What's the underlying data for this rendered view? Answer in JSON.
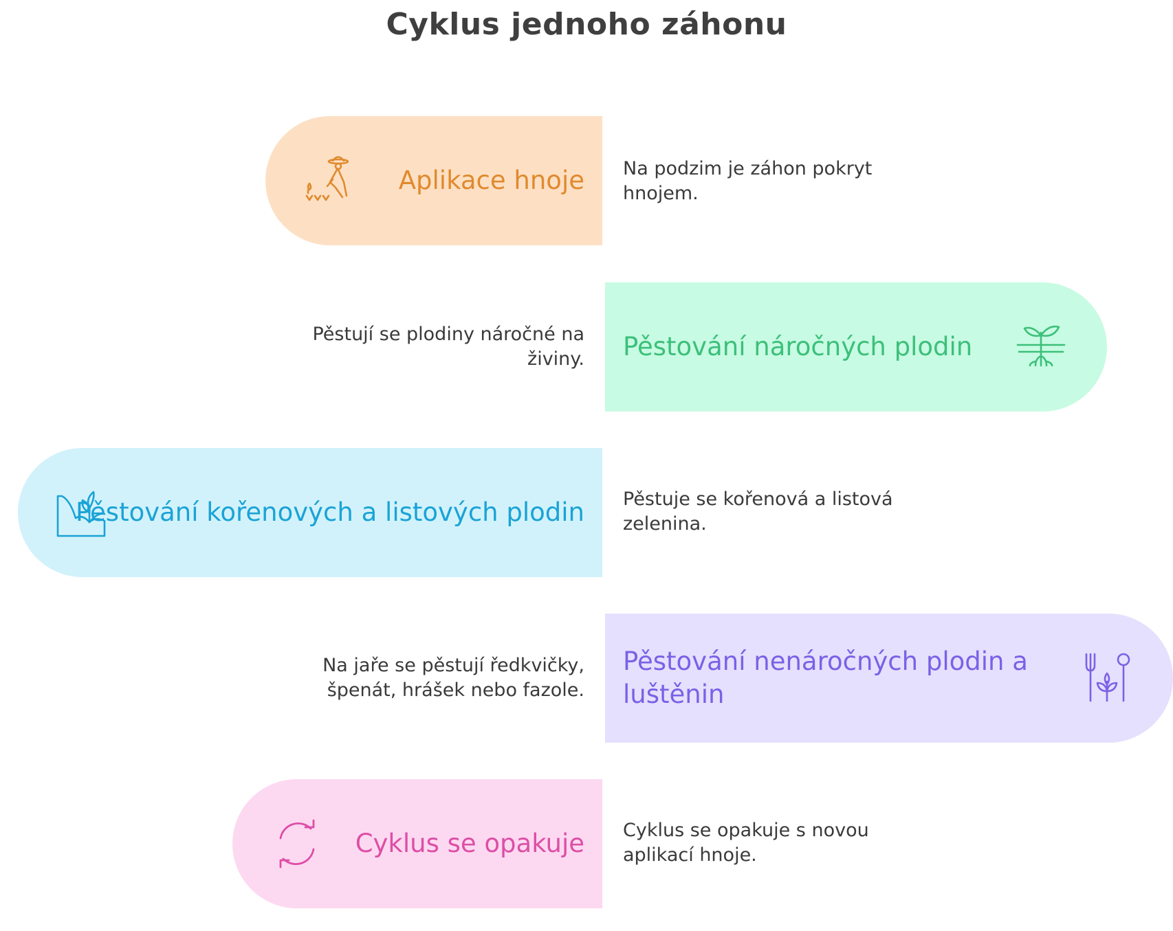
{
  "title": "Cyklus jednoho záhonu",
  "steps": [
    {
      "label": "Aplikace hnoje",
      "description": "Na podzim je záhon pokryt hnojem.",
      "icon": "farmer-spreading-manure-icon",
      "bg_color": "#fde0c4",
      "text_color": "#e08a2e"
    },
    {
      "label": "Pěstování náročných plodin",
      "description": "Pěstují se plodiny náročné na živiny.",
      "icon": "sprout-roots-icon",
      "bg_color": "#c8fbe3",
      "text_color": "#3cc07a"
    },
    {
      "label": "Pěstování kořenových a listových plodin",
      "description": "Pěstuje se kořenová a listová zelenina.",
      "icon": "plant-in-soil-icon",
      "bg_color": "#d2f2fb",
      "text_color": "#1aa3d6"
    },
    {
      "label": "Pěstování nenáročných plodin a luštěnin",
      "description": "Na jaře se pěstují ředkvičky, špenát, hrášek nebo fazole.",
      "icon": "garden-tools-icon",
      "bg_color": "#e5e0fd",
      "text_color": "#7b61e6"
    },
    {
      "label": "Cyklus se opakuje",
      "description": "Cyklus se opakuje s novou aplikací hnoje.",
      "icon": "cycle-arrows-icon",
      "bg_color": "#fdd9f1",
      "text_color": "#dd4ea6"
    }
  ]
}
